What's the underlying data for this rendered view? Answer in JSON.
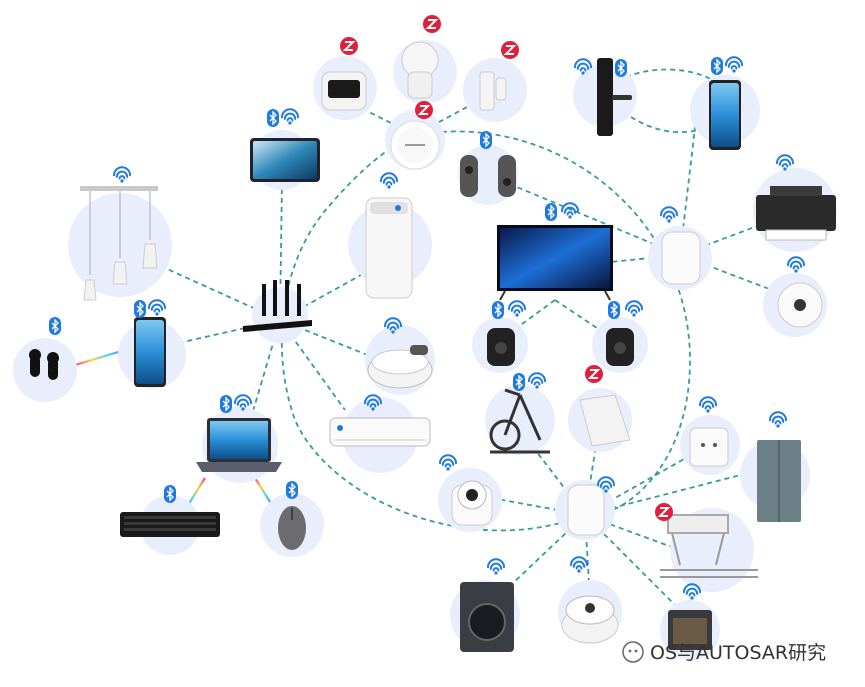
{
  "watermark": {
    "text": "OS与AUTOSAR研究"
  },
  "colors": {
    "link": "#3a9a9a",
    "bubble": "#e9eefc",
    "bluetooth": "#1f7ae0",
    "wifi": "#1f7ae0",
    "zigbee": "#e0203a"
  },
  "hubs": [
    {
      "name": "wifi-router"
    },
    {
      "name": "zigbee-gateway"
    },
    {
      "name": "smart-home-hub-right"
    },
    {
      "name": "smart-home-hub-bottom"
    },
    {
      "name": "smart-tv"
    }
  ],
  "devices": [
    {
      "name": "tablet",
      "badges": [
        "bluetooth-icon",
        "wifi-icon"
      ]
    },
    {
      "name": "pendant-lights",
      "badges": [
        "wifi-icon"
      ]
    },
    {
      "name": "smartphone-left",
      "badges": [
        "bluetooth-icon",
        "wifi-icon"
      ]
    },
    {
      "name": "earbuds",
      "badges": [
        "bluetooth-icon"
      ]
    },
    {
      "name": "laptop",
      "badges": [
        "bluetooth-icon",
        "wifi-icon"
      ]
    },
    {
      "name": "keyboard",
      "badges": [
        "bluetooth-icon"
      ]
    },
    {
      "name": "mouse",
      "badges": [
        "bluetooth-icon"
      ]
    },
    {
      "name": "air-purifier",
      "badges": [
        "wifi-icon"
      ]
    },
    {
      "name": "robot-vacuum",
      "badges": [
        "wifi-icon"
      ]
    },
    {
      "name": "air-conditioner",
      "badges": [
        "wifi-icon"
      ]
    },
    {
      "name": "temp-humidity-sensor",
      "badges": [
        "zigbee-icon"
      ]
    },
    {
      "name": "motion-sensor",
      "badges": [
        "zigbee-icon"
      ]
    },
    {
      "name": "door-sensor",
      "badges": [
        "zigbee-icon"
      ]
    },
    {
      "name": "game-controllers",
      "badges": [
        "bluetooth-icon"
      ]
    },
    {
      "name": "smart-door-lock",
      "badges": [
        "wifi-icon",
        "bluetooth-icon"
      ]
    },
    {
      "name": "smartphone-right",
      "badges": [
        "bluetooth-icon",
        "wifi-icon"
      ]
    },
    {
      "name": "printer",
      "badges": [
        "wifi-icon"
      ]
    },
    {
      "name": "smart-switch-round",
      "badges": [
        "wifi-icon"
      ]
    },
    {
      "name": "smart-speaker-left",
      "badges": [
        "bluetooth-icon",
        "wifi-icon"
      ]
    },
    {
      "name": "smart-speaker-right",
      "badges": [
        "bluetooth-icon",
        "wifi-icon"
      ]
    },
    {
      "name": "exercise-bike",
      "badges": [
        "bluetooth-icon",
        "wifi-icon"
      ]
    },
    {
      "name": "wall-panel",
      "badges": [
        "zigbee-icon"
      ]
    },
    {
      "name": "smart-camera",
      "badges": [
        "wifi-icon"
      ]
    },
    {
      "name": "smart-plug",
      "badges": [
        "wifi-icon"
      ]
    },
    {
      "name": "refrigerator",
      "badges": [
        "wifi-icon"
      ]
    },
    {
      "name": "clothes-drying-rack",
      "badges": [
        "zigbee-icon"
      ]
    },
    {
      "name": "washing-machine",
      "badges": [
        "wifi-icon"
      ]
    },
    {
      "name": "rice-cooker",
      "badges": [
        "wifi-icon"
      ]
    },
    {
      "name": "oven",
      "badges": [
        "wifi-icon"
      ]
    }
  ]
}
